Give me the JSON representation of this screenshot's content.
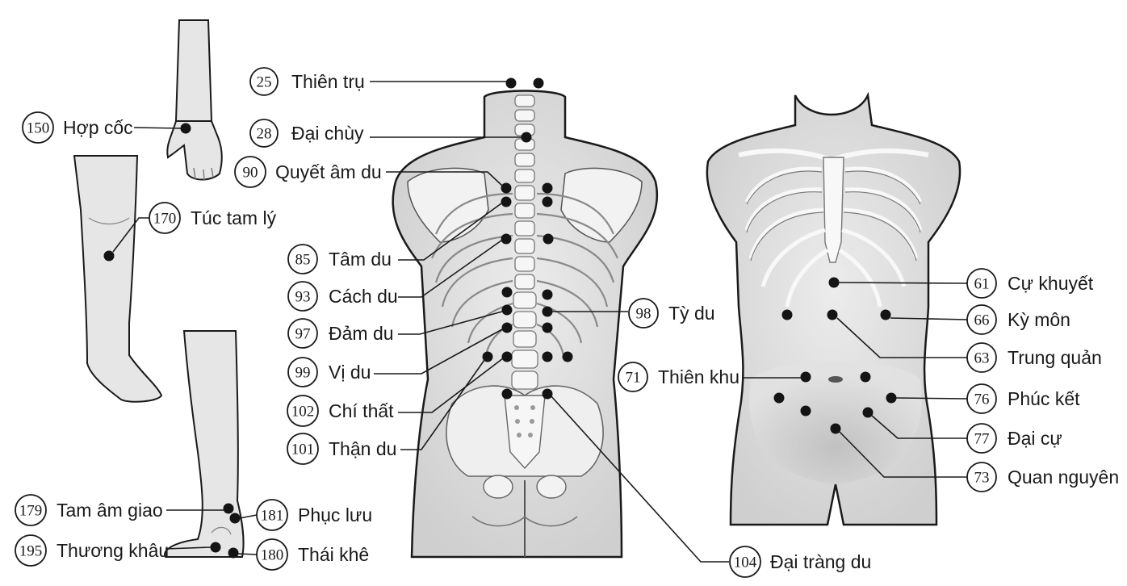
{
  "colors": {
    "ink": "#1a1a1a",
    "body_fill": "#e4e4e4",
    "body_shade": "#c9c9c9",
    "bone": "#f4f4f4",
    "point": "#141414"
  },
  "points": [
    {
      "num": "25",
      "label": "Thiên trụ"
    },
    {
      "num": "28",
      "label": "Đại chùy"
    },
    {
      "num": "90",
      "label": "Quyết âm du"
    },
    {
      "num": "85",
      "label": "Tâm du"
    },
    {
      "num": "93",
      "label": "Cách du"
    },
    {
      "num": "97",
      "label": "Đảm du"
    },
    {
      "num": "99",
      "label": "Vị du"
    },
    {
      "num": "102",
      "label": "Chí thất"
    },
    {
      "num": "101",
      "label": "Thận du"
    },
    {
      "num": "98",
      "label": "Tỳ du"
    },
    {
      "num": "104",
      "label": "Đại tràng du"
    },
    {
      "num": "150",
      "label": "Hợp cốc"
    },
    {
      "num": "170",
      "label": "Túc tam lý"
    },
    {
      "num": "179",
      "label": "Tam âm giao"
    },
    {
      "num": "181",
      "label": "Phục lưu"
    },
    {
      "num": "195",
      "label": "Thương khâu"
    },
    {
      "num": "180",
      "label": "Thái khê"
    },
    {
      "num": "61",
      "label": "Cự khuyết"
    },
    {
      "num": "66",
      "label": "Kỳ môn"
    },
    {
      "num": "63",
      "label": "Trung quản"
    },
    {
      "num": "71",
      "label": "Thiên khu"
    },
    {
      "num": "76",
      "label": "Phúc kết"
    },
    {
      "num": "77",
      "label": "Đại cự"
    },
    {
      "num": "73",
      "label": "Quan nguyên"
    }
  ]
}
